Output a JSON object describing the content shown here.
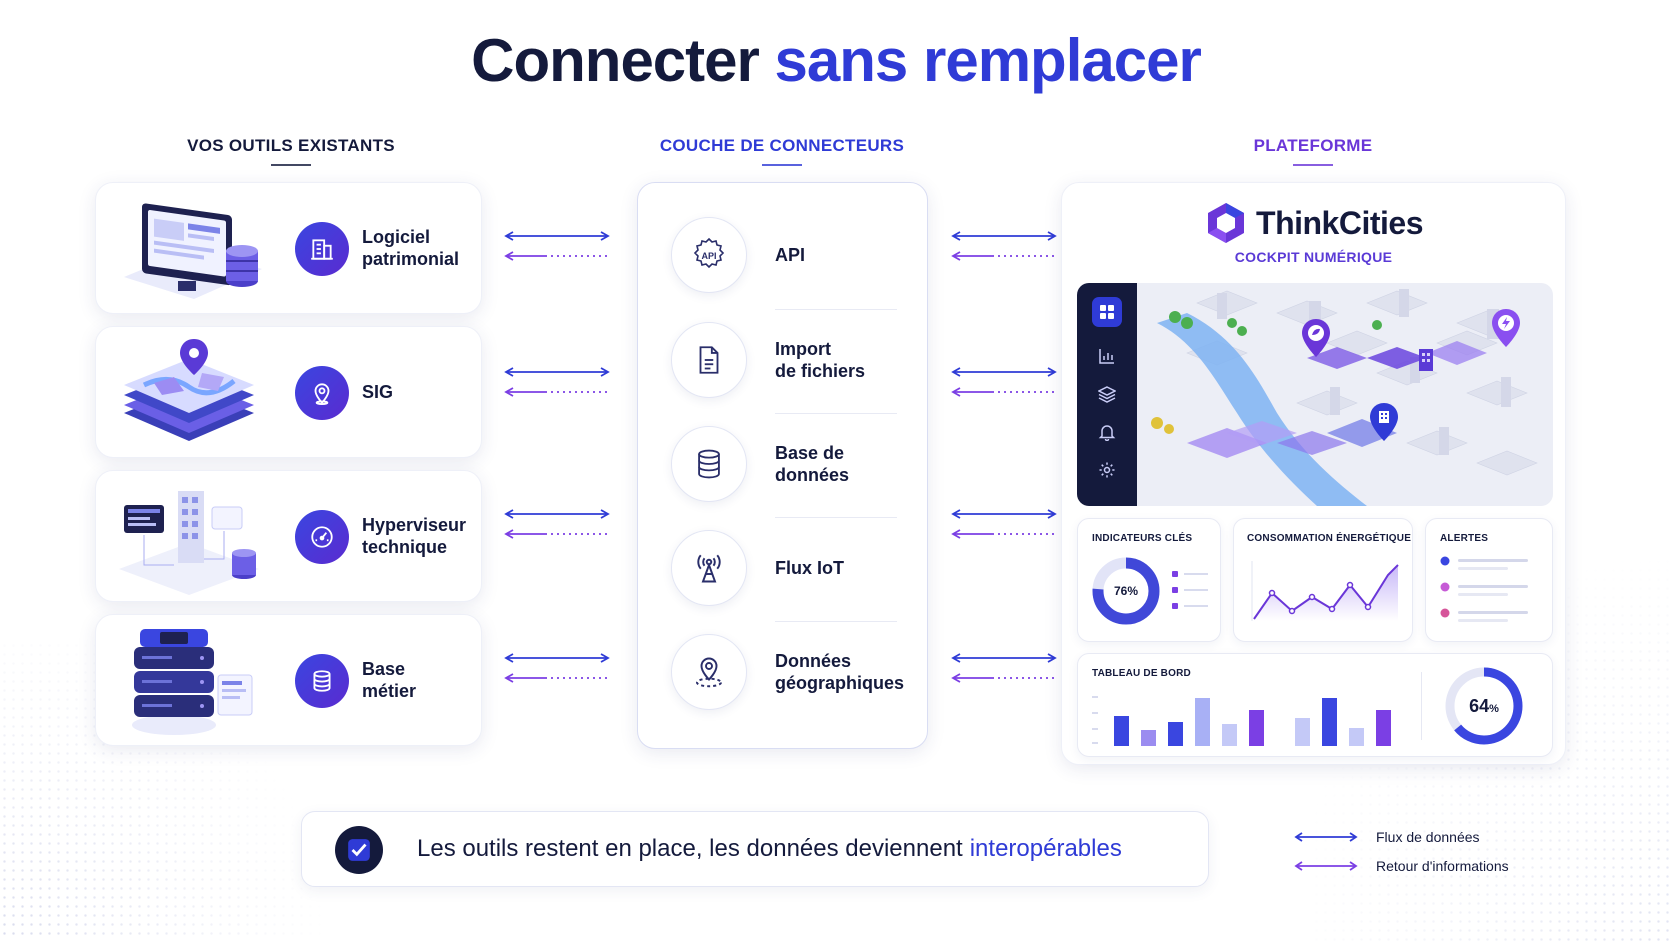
{
  "title": {
    "part1": "Connecter",
    "part2": "sans remplacer"
  },
  "columns": {
    "tools": "VOS OUTILS EXISTANTS",
    "connectors": "COUCHE DE CONNECTEURS",
    "platform": "PLATEFORME"
  },
  "tools": [
    {
      "label": "Logiciel\npatrimonial",
      "icon": "building-icon"
    },
    {
      "label": "SIG",
      "icon": "map-pin-icon"
    },
    {
      "label": "Hyperviseur\ntechnique",
      "icon": "gauge-icon"
    },
    {
      "label": "Base\nmétier",
      "icon": "database-icon"
    }
  ],
  "connectors": [
    {
      "label": "API",
      "icon": "api-gear-icon",
      "icon_text": "API"
    },
    {
      "label": "Import\nde fichiers",
      "icon": "file-icon"
    },
    {
      "label": "Base de\ndonnées",
      "icon": "database-icon"
    },
    {
      "label": "Flux IoT",
      "icon": "antenna-icon"
    },
    {
      "label": "Données\ngéographiques",
      "icon": "location-icon"
    }
  ],
  "platform": {
    "brand": "ThinkCities",
    "subtitle": "COCKPIT NUMÉRIQUE",
    "sidebar_icons": [
      "grid-icon",
      "chart-icon",
      "layers-icon",
      "bell-icon",
      "settings-icon"
    ],
    "widgets": {
      "kpi": {
        "title": "INDICATEURS CLÉS",
        "value": "76%",
        "fraction": 0.76
      },
      "energy": {
        "title": "CONSOMMATION ÉNERGÉTIQUE"
      },
      "alerts": {
        "title": "ALERTES"
      },
      "dashboard": {
        "title": "TABLEAU DE BORD",
        "value": "64",
        "unit": "%",
        "fraction": 0.64
      }
    }
  },
  "footer": {
    "text": "Les outils restent en place, les données deviennent",
    "highlight": "interopérables"
  },
  "legend": [
    {
      "label": "Flux de données",
      "color": "#2f3bd6"
    },
    {
      "label": "Retour d'informations",
      "color": "#7b3fe4"
    }
  ],
  "colors": {
    "primary": "#2f3bd6",
    "purple": "#7b3fe4",
    "navy": "#141a3c"
  }
}
